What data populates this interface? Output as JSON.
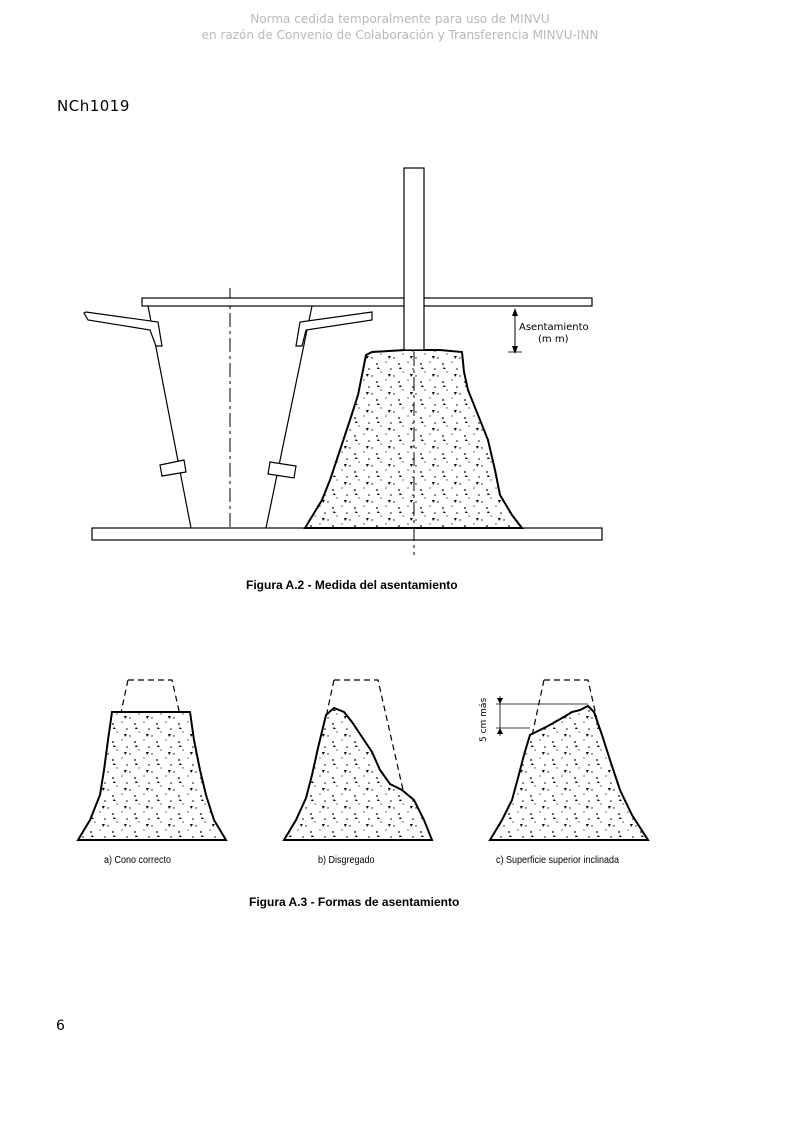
{
  "watermark": {
    "line1": "Norma cedida temporalmente para uso de MINVU",
    "line2": "en razón de Convenio de Colaboración y Transferencia MINVU-INN"
  },
  "header": {
    "standard_code": "NCh1019"
  },
  "figure_a2": {
    "caption": "Figura A.2 - Medida del asentamiento",
    "dimension_label_line1": "Asentamiento",
    "dimension_label_line2": "(m m)"
  },
  "figure_a3": {
    "caption": "Figura A.3 - Formas de asentamiento",
    "sub_a": "a)  Cono correcto",
    "sub_b": "b)  Disgregado",
    "sub_c": "c)  Superficie superior inclinada",
    "dimension_label": "5 cm más"
  },
  "footer": {
    "page_number": "6"
  },
  "colors": {
    "watermark": "#b8b8b8",
    "ink": "#000000",
    "paper": "#ffffff"
  }
}
